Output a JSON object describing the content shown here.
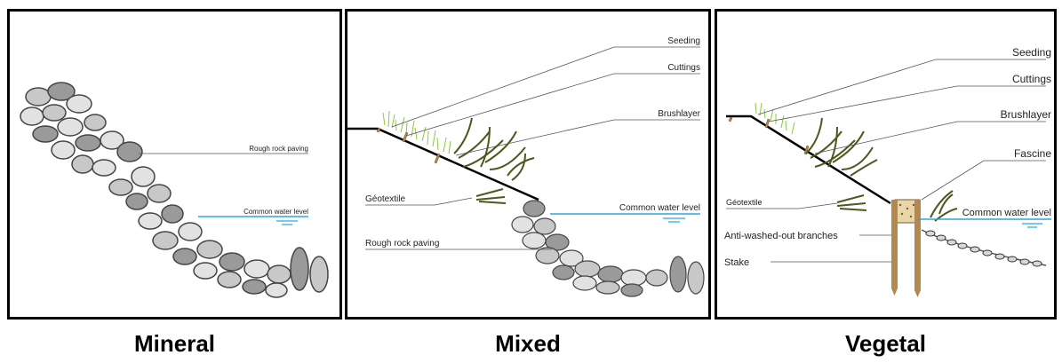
{
  "panels": [
    {
      "caption": "Mineral",
      "labels": {
        "rock_paving": "Rough rock paving",
        "water_level": "Common water level"
      }
    },
    {
      "caption": "Mixed",
      "labels": {
        "seeding": "Seeding",
        "cuttings": "Cuttings",
        "brushlayer": "Brushlayer",
        "geotextile": "Géotextile",
        "water_level": "Common water level",
        "rock_paving": "Rough rock paving"
      }
    },
    {
      "caption": "Vegetal",
      "labels": {
        "seeding": "Seeding",
        "cuttings": "Cuttings",
        "brushlayer": "Brushlayer",
        "fascine": "Fascine",
        "geotextile": "Géotextile",
        "water_level": "Common water level",
        "anti_washed": "Anti-washed-out branches",
        "stake": "Stake"
      }
    }
  ],
  "colors": {
    "water": "#2aa7e0",
    "rock_fill": "#c8c8c8",
    "rock_dark": "#9a9a9a",
    "rock_stroke": "#444444",
    "grass": "#8cc83c",
    "branch": "#4a5a1e",
    "stake": "#b5884e",
    "leader": "#555555"
  }
}
